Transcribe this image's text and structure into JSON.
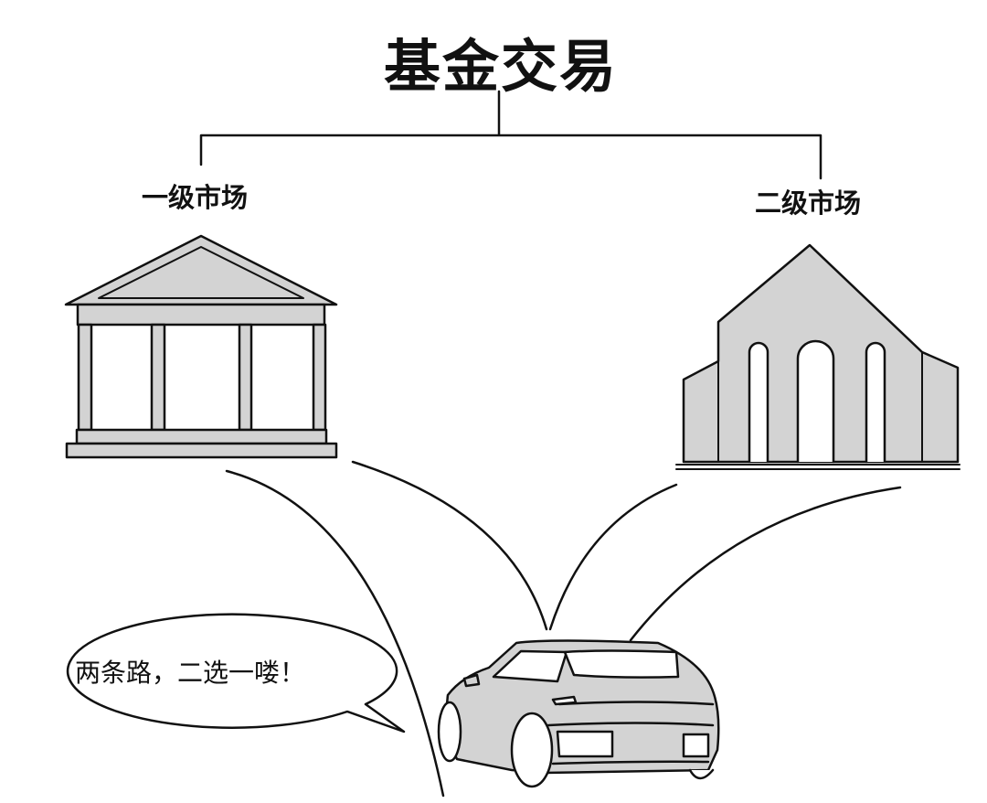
{
  "title": "基金交易",
  "branches": [
    {
      "label": "一级市场"
    },
    {
      "label": "二级市场"
    }
  ],
  "speech_bubble": "两条路，二选一喽！",
  "colors": {
    "fill": "#d3d3d3",
    "line": "#111111"
  }
}
